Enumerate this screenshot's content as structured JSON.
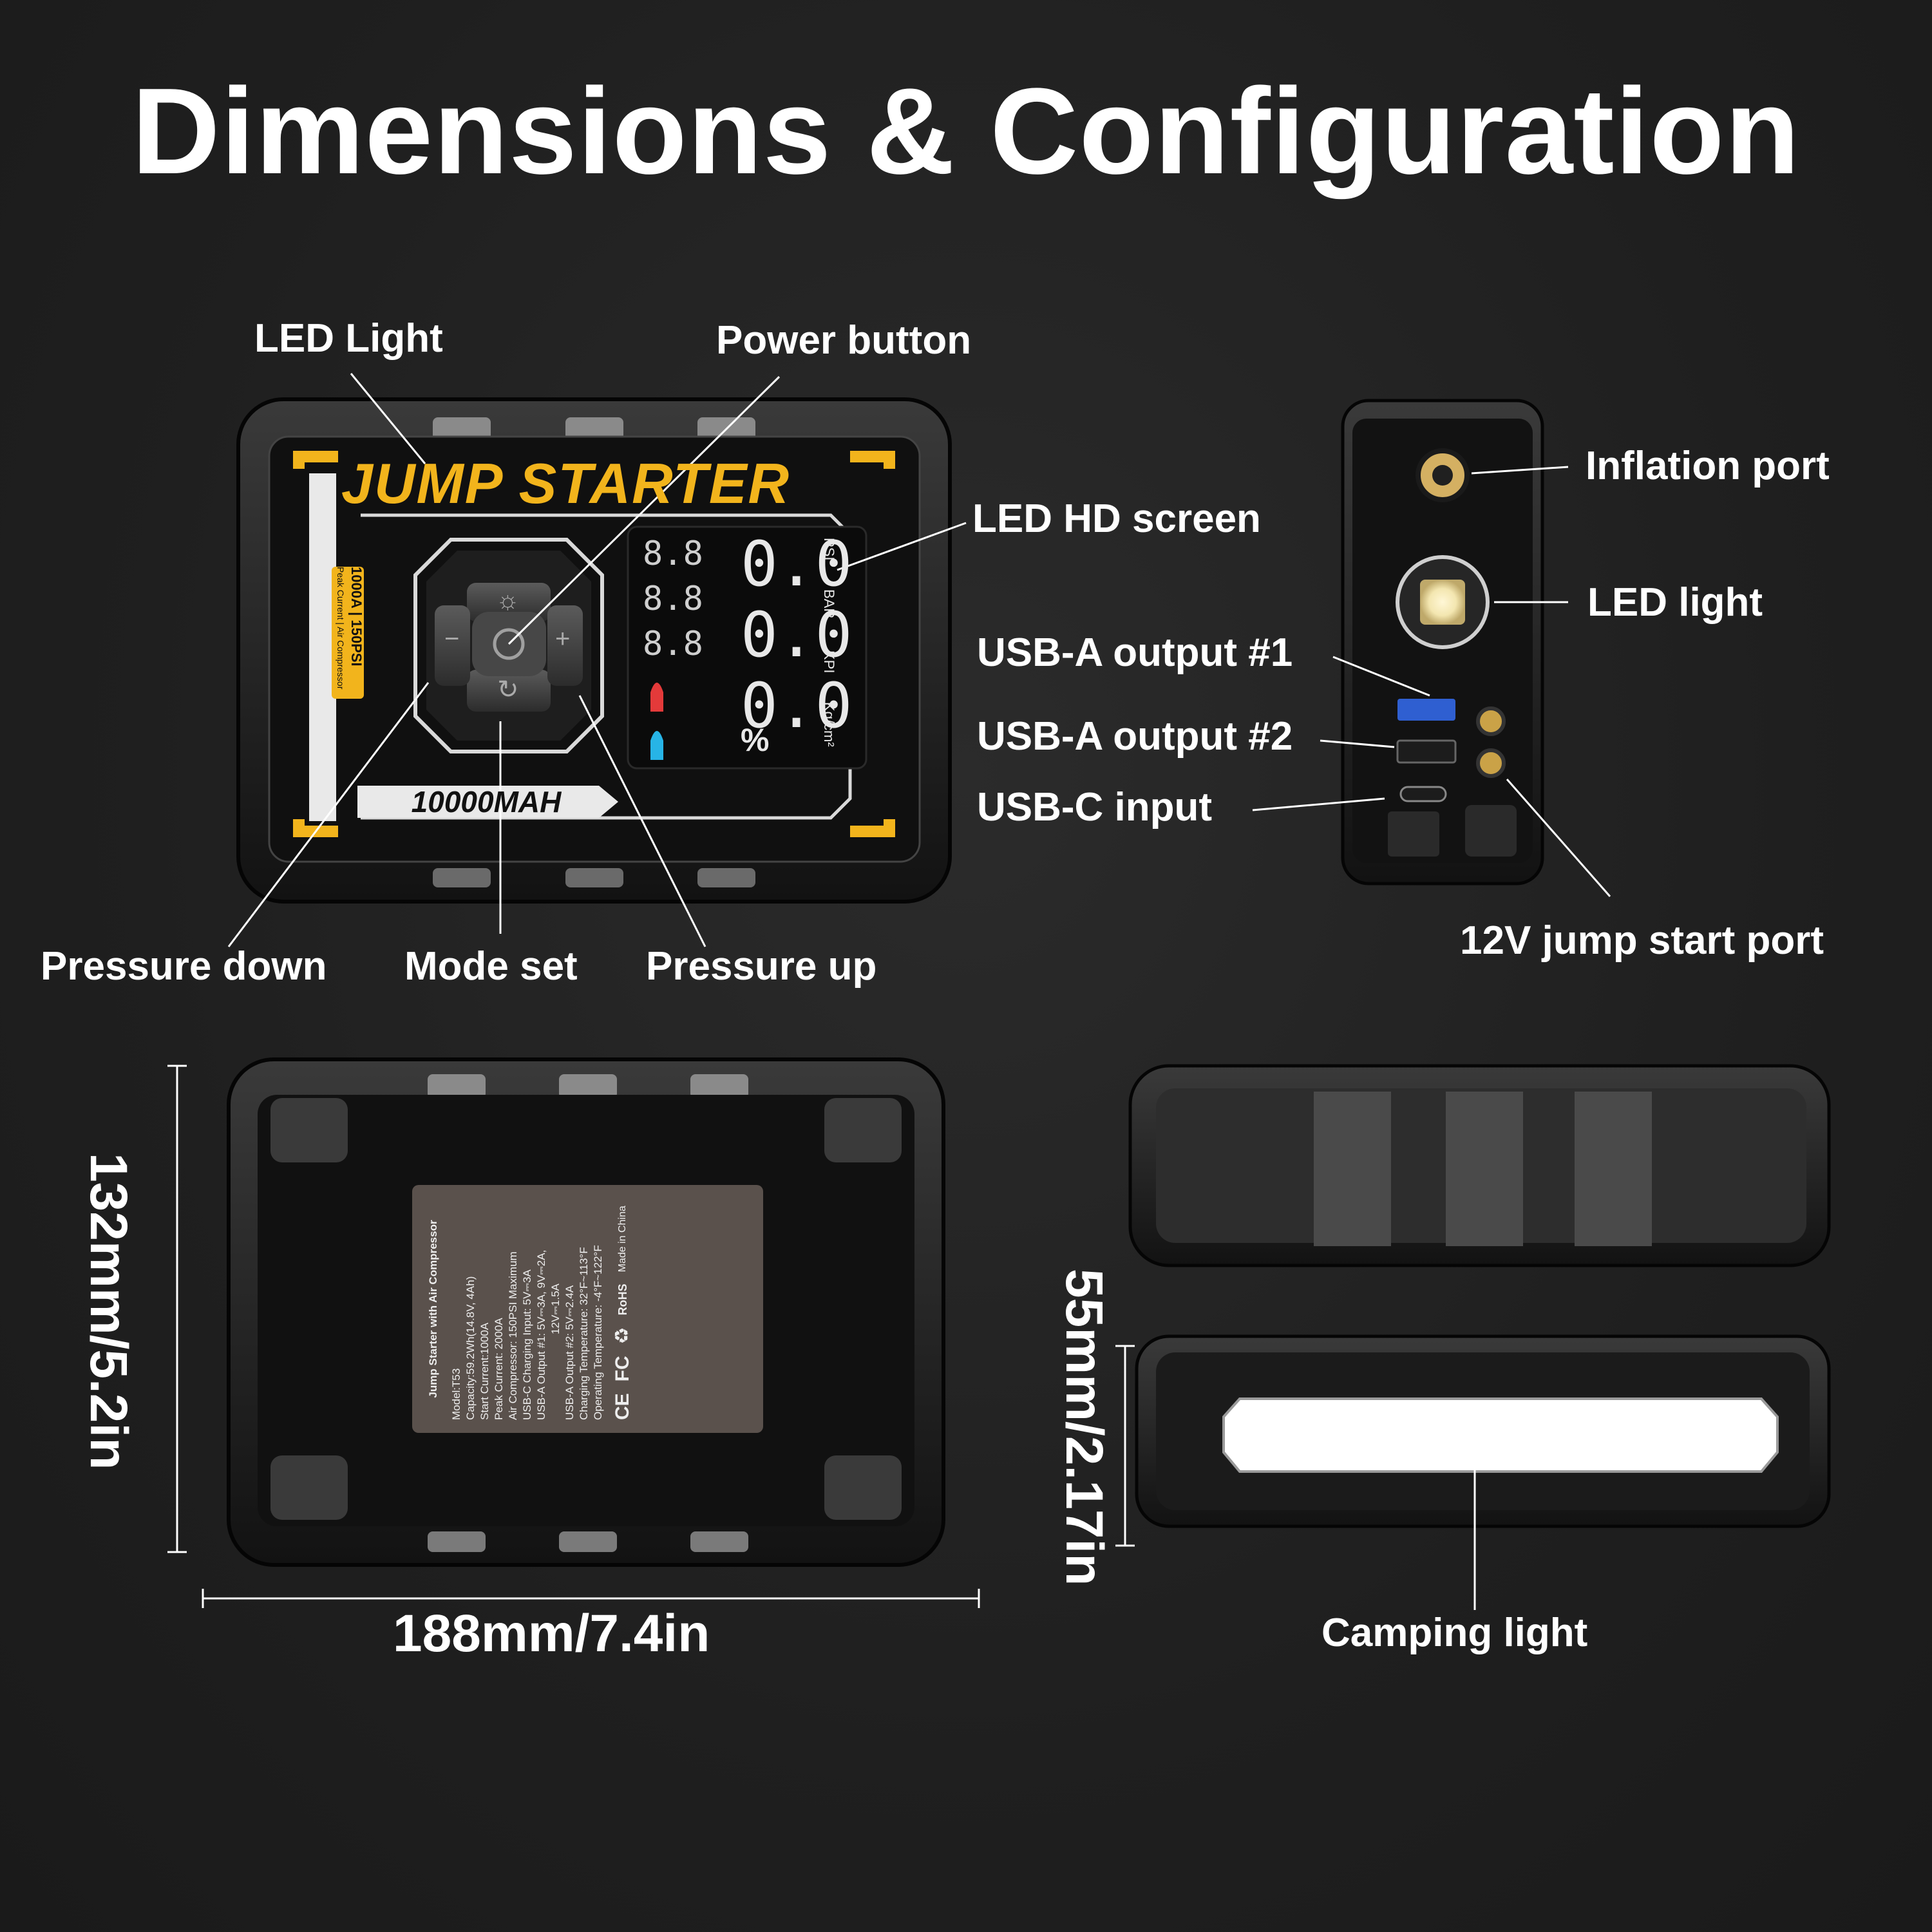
{
  "title": "Dimensions & Configuration",
  "front_view": {
    "brand_text": "JUMP STARTER",
    "capacity_text": "10000MAH",
    "spec_badge_line1": "1000A | 150PSI",
    "spec_badge_line2": "Peak Current | Air Compressor",
    "screen_units": [
      "PSI",
      "BAR",
      "KPI",
      "Kg/cm²"
    ],
    "screen_digits": [
      "0.0",
      "0.0",
      "0.0"
    ],
    "screen_small_digits": [
      "8.8",
      "8.8",
      "8.8"
    ],
    "screen_percent": "%",
    "callouts": {
      "led_light": "LED Light",
      "power_button": "Power button",
      "led_hd_screen": "LED HD screen",
      "pressure_down": "Pressure down",
      "mode_set": "Mode set",
      "pressure_up": "Pressure up"
    }
  },
  "side_view": {
    "callouts": {
      "inflation_port": "Inflation port",
      "led_light": "LED light",
      "usb_a_output_1": "USB-A output #1",
      "usb_a_output_2": "USB-A output #2",
      "usb_c_input": "USB-C input",
      "jump_start_port": "12V jump start port"
    }
  },
  "back_view": {
    "label_lines": [
      "Jump Starter with Air Compressor",
      "Model:T53",
      "Capacity:59.2Wh(14.8V, 4Ah)",
      "Start Current:1000A",
      "Peak Current: 2000A",
      "Air Compressor: 150PSI Maximum",
      "USB-C Charging Input: 5V⎓3A",
      "USB-A Output #1: 5V⎓3A, 9V⎓2A,",
      "12V⎓1.5A",
      "USB-A Output #2: 5V⎓2.4A",
      "Charging Temperature: 32°F~113°F",
      "Operating Temperature: -4°F~122°F"
    ],
    "cert_marks": [
      "CE",
      "FC",
      "♻",
      "RoHS",
      "Made in China"
    ],
    "height_dim": "132mm/5.2in",
    "width_dim": "188mm/7.4in"
  },
  "edge_view": {
    "thickness_dim": "55mm/2.17in",
    "camping_light": "Camping light"
  },
  "colors": {
    "accent_yellow": "#f2b41c",
    "body_black": "#141414",
    "screen_white": "#e8e8e8",
    "red_icon": "#e43a3a",
    "blue_icon": "#27b4e6"
  }
}
